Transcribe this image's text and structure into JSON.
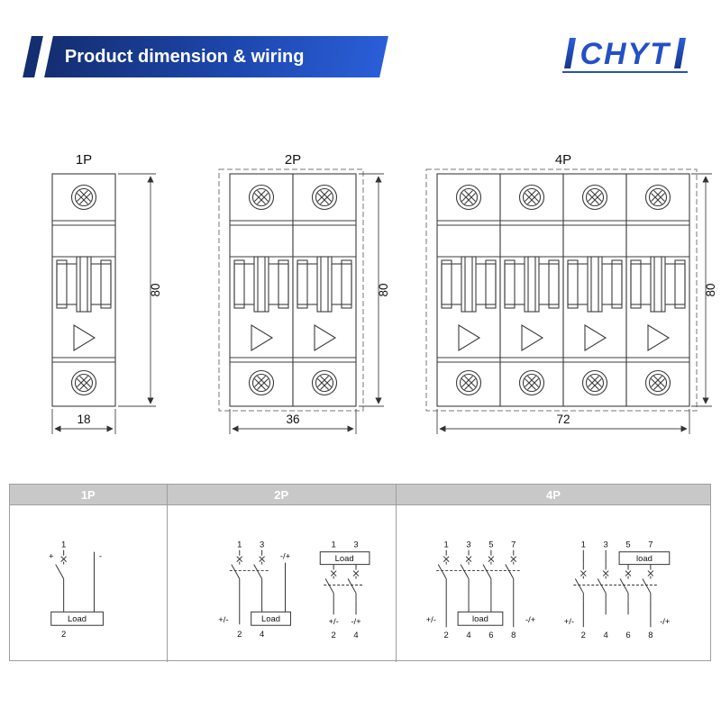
{
  "header": {
    "title": "Product dimension & wiring",
    "logo_text": "CHYT"
  },
  "drawings": {
    "p1": {
      "label": "1P",
      "width": "18",
      "height": "80"
    },
    "p2": {
      "label": "2P",
      "width": "36",
      "height": "80"
    },
    "p4": {
      "label": "4P",
      "width": "72",
      "height": "80"
    }
  },
  "wiring_table": {
    "headers": {
      "p1": "1P",
      "p2": "2P",
      "p4": "4P"
    },
    "p1": {
      "t1": "1",
      "t2": "2",
      "plus": "+",
      "minus": "-",
      "load": "Load"
    },
    "p2_bottom_load": {
      "t1": "1",
      "t3": "3",
      "t2": "2",
      "t4": "4",
      "supply_top": "-/+",
      "supply_bottom": "+/-",
      "load": "Load"
    },
    "p2_top_load": {
      "t1": "1",
      "t3": "3",
      "t2": "2",
      "t4": "4",
      "supply_left": "+/-",
      "supply_right": "-/+",
      "load": "Load"
    },
    "p4_bottom_load": {
      "t1": "1",
      "t3": "3",
      "t5": "5",
      "t7": "7",
      "t2": "2",
      "t4": "4",
      "t6": "6",
      "t8": "8",
      "supply_left": "+/-",
      "supply_right": "-/+",
      "load": "load"
    },
    "p4_top_load": {
      "t1": "1",
      "t3": "3",
      "t5": "5",
      "t7": "7",
      "t2": "2",
      "t4": "4",
      "t6": "6",
      "t8": "8",
      "supply_left": "+/-",
      "supply_right": "-/+",
      "load": "load"
    }
  },
  "colors": {
    "accent_blue": "#2350c8",
    "dark_navy": "#142e72",
    "table_header_gray": "#c8c8c8"
  }
}
